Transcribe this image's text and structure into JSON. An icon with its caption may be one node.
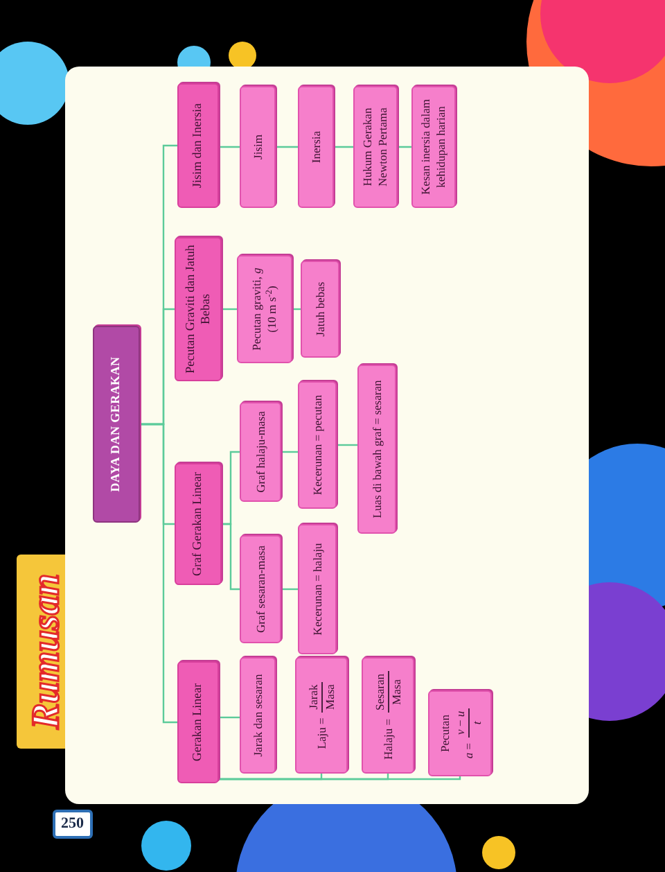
{
  "diagram": {
    "nodes": [
      {
        "text": [
          "DAYA DAN GERAKAN"
        ]
      },
      {
        "text": [
          "Gerakan Linear"
        ]
      },
      {
        "text": [
          "Graf Gerakan Linear"
        ]
      },
      {
        "text": [
          "Pecutan Graviti dan Jatuh Bebas"
        ]
      },
      {
        "text": [
          "Jisim dan Inersia"
        ]
      },
      {
        "text": [
          "Jarak dan sesaran"
        ]
      },
      {
        "text": [
          "Laju =",
          "Jarak",
          "Masa"
        ]
      },
      {
        "text": [
          "Halaju =",
          "Sesaran",
          "Masa"
        ]
      },
      {
        "text": [
          "Pecutan",
          "*a* =",
          "*v* − *u*",
          "*t*"
        ]
      },
      {
        "text": [
          "Graf sesaran-masa"
        ]
      },
      {
        "text": [
          "Kecerunan = halaju"
        ]
      },
      {
        "text": [
          "Graf halaju-masa"
        ]
      },
      {
        "text": [
          "Kecerunan = pecutan"
        ]
      },
      {
        "text": [
          "Luas di bawah graf = sesaran"
        ]
      },
      {
        "text": [
          "Pecutan graviti, *g* (10 m s$^{-2}$)"
        ]
      },
      {
        "text": [
          "Jatuh bebas"
        ]
      },
      {
        "text": [
          "Jisim"
        ]
      },
      {
        "text": [
          "Inersia"
        ]
      },
      {
        "text": [
          "Hukum Gerakan Newton Pertama"
        ]
      },
      {
        "text": [
          "Kesan inersia dalam kehidupan harian"
        ]
      }
    ],
    "edges": [
      {
        "from": 0,
        "to": 1,
        "arrow": "none"
      },
      {
        "from": 0,
        "to": 2,
        "arrow": "none"
      },
      {
        "from": 0,
        "to": 3,
        "arrow": "none"
      },
      {
        "from": 0,
        "to": 4,
        "arrow": "none"
      },
      {
        "from": 1,
        "to": 5,
        "arrow": "none"
      },
      {
        "from": 1,
        "to": 6,
        "arrow": "none"
      },
      {
        "from": 1,
        "to": 7,
        "arrow": "none"
      },
      {
        "from": 1,
        "to": 8,
        "arrow": "none"
      },
      {
        "from": 2,
        "to": 9,
        "arrow": "none"
      },
      {
        "from": 2,
        "to": 11,
        "arrow": "none"
      },
      {
        "from": 9,
        "to": 10,
        "arrow": "none"
      },
      {
        "from": 11,
        "to": 12,
        "arrow": "none"
      },
      {
        "from": 12,
        "to": 13,
        "arrow": "none"
      },
      {
        "from": 3,
        "to": 14,
        "arrow": "none"
      },
      {
        "from": 14,
        "to": 15,
        "arrow": "none"
      },
      {
        "from": 4,
        "to": 16,
        "arrow": "none"
      },
      {
        "from": 16,
        "to": 17,
        "arrow": "none"
      },
      {
        "from": 17,
        "to": 18,
        "arrow": "none"
      },
      {
        "from": 18,
        "to": 19,
        "arrow": "none"
      }
    ],
    "labels": [
      "Rumusan",
      "250"
    ]
  }
}
